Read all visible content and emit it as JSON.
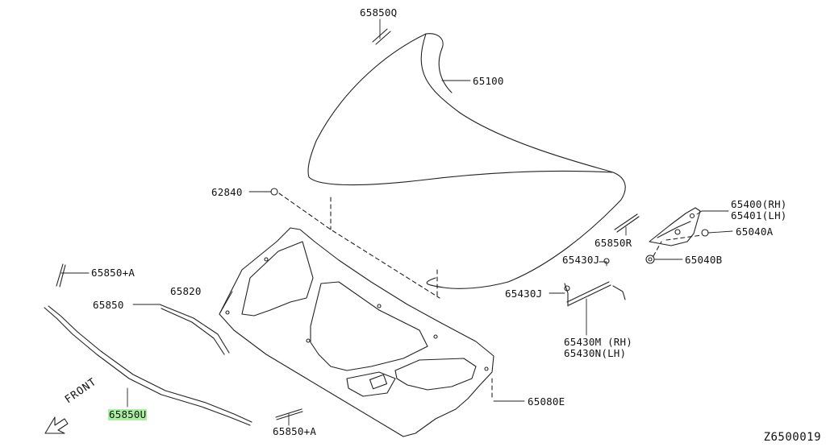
{
  "labels": {
    "p65850q": "65850Q",
    "p65100": "65100",
    "p62840": "62840",
    "p65400": "65400(RH)",
    "p65401": "65401(LH)",
    "p65040a": "65040A",
    "p65850r": "65850R",
    "p65040b": "65040B",
    "p65430j_top": "65430J",
    "p65430j_left": "65430J",
    "p65850a_top": "65850+A",
    "p65820": "65820",
    "p65850": "65850",
    "p65430m": "65430M (RH)",
    "p65430n": "65430N(LH)",
    "p65080e": "65080E",
    "p65850u": "65850U",
    "p65850a_bottom": "65850+A"
  },
  "front_label": "FRONT",
  "diagram_id": "Z6500019",
  "colors": {
    "highlight": "#a8f0a0",
    "line": "#222222"
  }
}
